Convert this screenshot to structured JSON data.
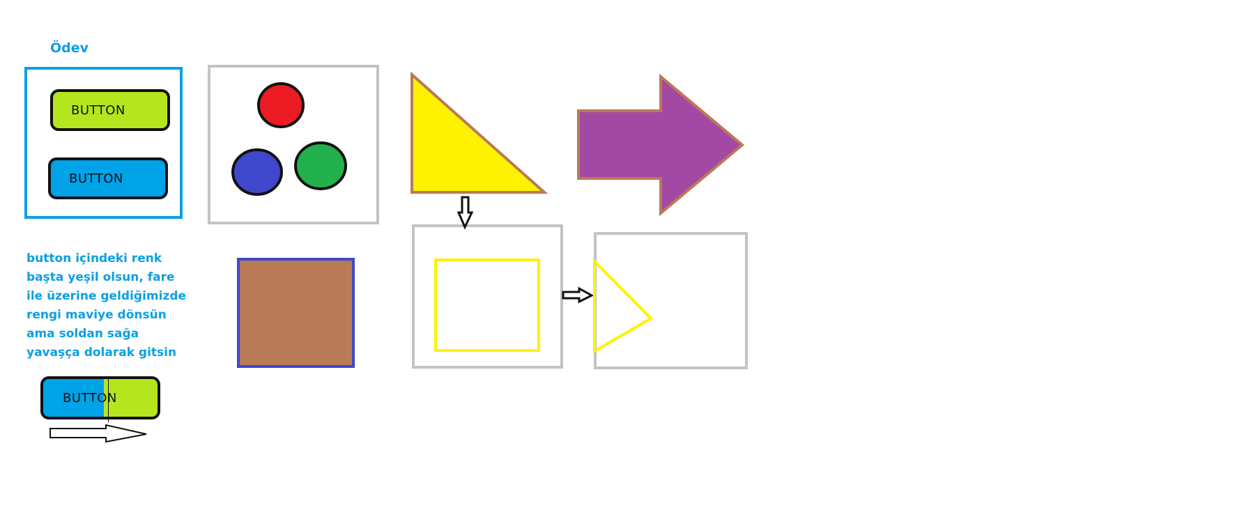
{
  "title": "Ödev",
  "buttons": {
    "green_label": "BUTTON",
    "blue_label": "BUTTON",
    "split_label": "BUTTON"
  },
  "description": {
    "lines": [
      "button içindeki renk",
      "başta yeşil olsun, fare",
      "ile üzerine geldiğimizde",
      "rengi maviye dönsün",
      "ama soldan sağa",
      "yavaşça dolarak gitsin"
    ]
  },
  "colors": {
    "accent": "#0aa0e6",
    "green": "#b5e61d",
    "blue": "#00a2e8",
    "red": "#ed1c24",
    "indigo": "#3f48cc",
    "dark_green": "#22b14c",
    "yellow": "#fff200",
    "brown": "#b97a57",
    "purple": "#a349a4",
    "grey": "#c3c3c3"
  }
}
